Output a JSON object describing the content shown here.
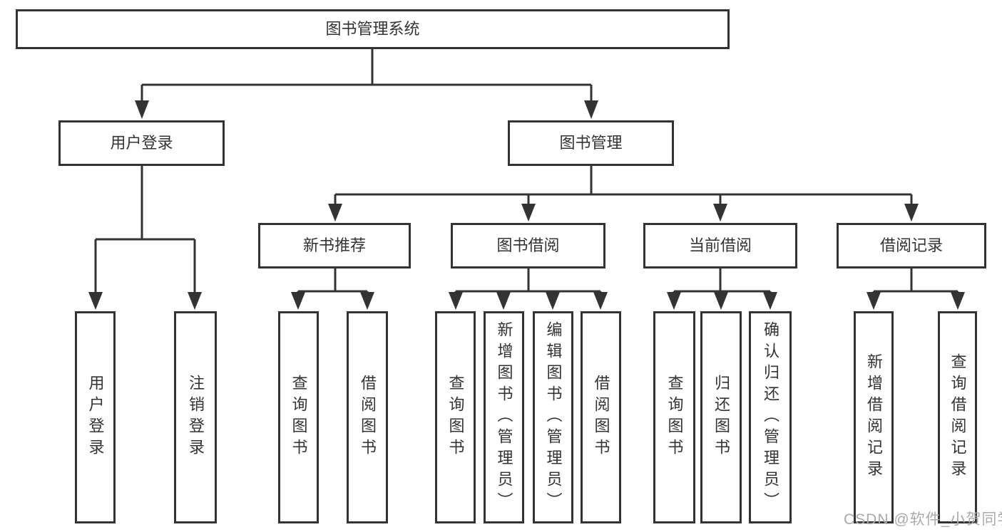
{
  "nodes": {
    "root": "图书管理系统",
    "level2": [
      "用户登录",
      "图书管理"
    ],
    "level3": [
      "新书推荐",
      "图书借阅",
      "当前借阅",
      "借阅记录"
    ],
    "leaves": [
      "用户登录",
      "注销登录",
      "查询图书",
      "借阅图书",
      "查询图书",
      "新增图书（管理员）",
      "编辑图书（管理员）",
      "借阅图书",
      "查询图书",
      "归还图书",
      "确认归还（管理员）",
      "新增借阅记录",
      "查询借阅记录"
    ]
  },
  "watermark": "CSDN @软件_小贺同学",
  "colors": {
    "line": "#333333",
    "text": "#333333",
    "background": "#ffffff",
    "watermark": "#aaaaaa"
  }
}
